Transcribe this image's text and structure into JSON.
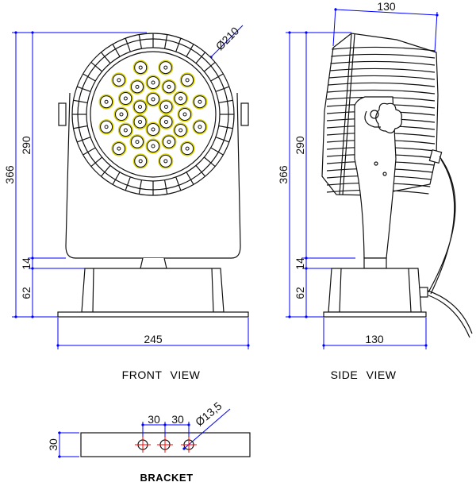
{
  "front_view": {
    "label": "FRONT VIEW",
    "dims": {
      "total_height": "366",
      "head_height": "290",
      "neck_height": "14",
      "base_height": "62",
      "base_width": "245",
      "lens_diameter": "Ø210"
    }
  },
  "side_view": {
    "label": "SIDE VIEW",
    "dims": {
      "head_depth": "130",
      "total_height": "366",
      "head_height": "290",
      "neck_height": "14",
      "base_height": "62",
      "base_width": "130"
    }
  },
  "bracket": {
    "label": "BRACKET",
    "dims": {
      "height": "30",
      "spacing_1": "30",
      "spacing_2": "30",
      "hole_diameter": "Ø13,5"
    }
  },
  "colors": {
    "dimension": "#0000ff",
    "center_mark": "#ff0000",
    "led_ring": "#d8d200"
  }
}
